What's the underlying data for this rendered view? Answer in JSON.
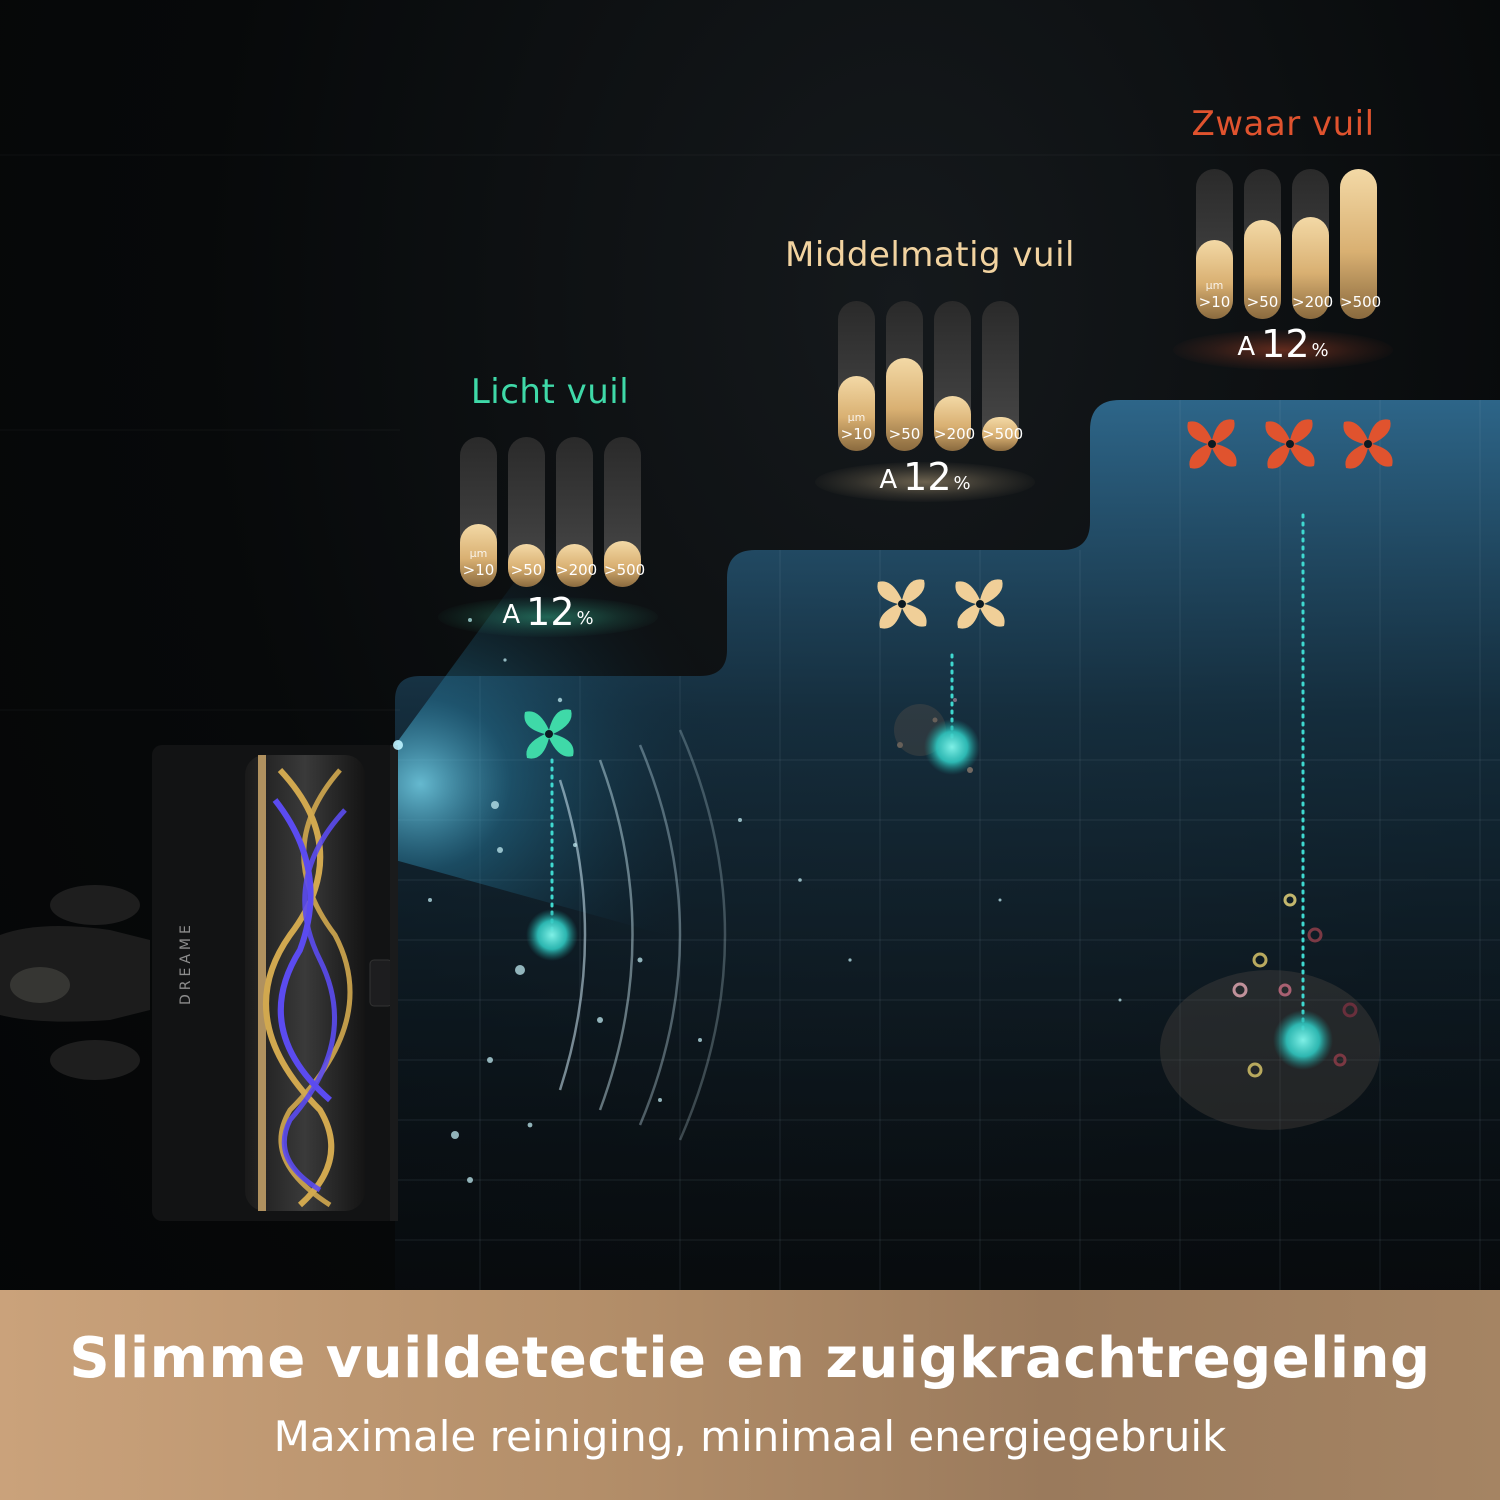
{
  "levels": [
    {
      "title": "Licht vuil",
      "title_color": "#3fd9a8",
      "size_unit": "μm",
      "bars": [
        {
          "label": ">10",
          "level": 0.42
        },
        {
          "label": ">50",
          "level": 0.29
        },
        {
          "label": ">200",
          "level": 0.29
        },
        {
          "label": ">500",
          "level": 0.31
        }
      ],
      "percent_value": "12",
      "percent_sign": "%",
      "percent_icon": "A",
      "fan_count": 1,
      "fan_color": "#3fd9a8"
    },
    {
      "title": "Middelmatig vuil",
      "title_color": "#f2d3a0",
      "size_unit": "μm",
      "bars": [
        {
          "label": ">10",
          "level": 0.5
        },
        {
          "label": ">50",
          "level": 0.62
        },
        {
          "label": ">200",
          "level": 0.37
        },
        {
          "label": ">500",
          "level": 0.23
        }
      ],
      "percent_value": "12",
      "percent_sign": "%",
      "percent_icon": "A",
      "fan_count": 2,
      "fan_color": "#f0cf98"
    },
    {
      "title": "Zwaar vuil",
      "title_color": "#e0532e",
      "size_unit": "μm",
      "bars": [
        {
          "label": ">10",
          "level": 0.53
        },
        {
          "label": ">50",
          "level": 0.66
        },
        {
          "label": ">200",
          "level": 0.68
        },
        {
          "label": ">500",
          "level": 1.0
        }
      ],
      "percent_value": "12",
      "percent_sign": "%",
      "percent_icon": "A",
      "fan_count": 3,
      "fan_color": "#e0532e"
    }
  ],
  "brand": "DREAME",
  "headline": "Slimme vuildetectie en zuigkrachtregeling",
  "subline": "Maximale reiniging, minimaal energiegebruik"
}
